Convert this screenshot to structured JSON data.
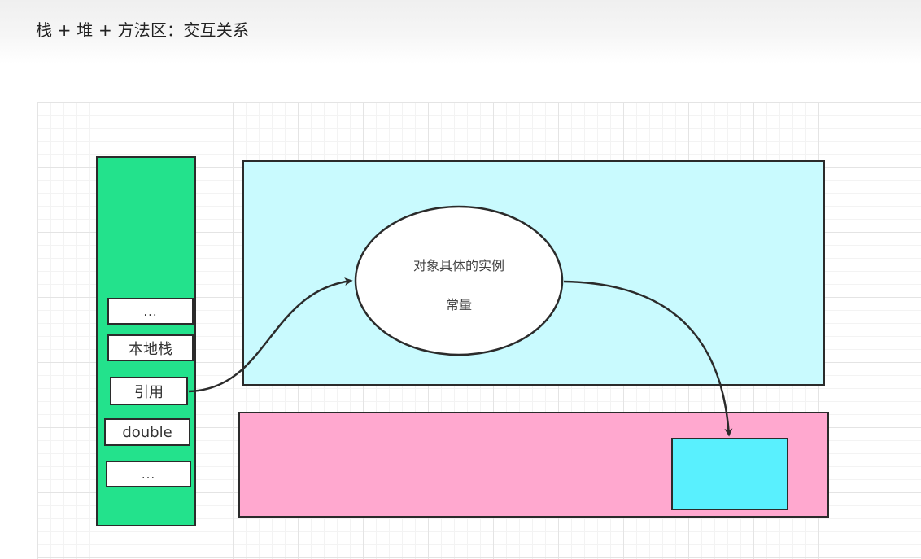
{
  "heading": "栈 +  堆 + 方法区：交互关系",
  "stack": {
    "slots": [
      "...",
      "本地栈",
      "引用",
      "double",
      "..."
    ]
  },
  "heap": {
    "object_lines": [
      "对象具体的实例",
      "常量"
    ]
  },
  "colors": {
    "stack": "#23e28c",
    "heap": "#c9fafe",
    "method_area": "#ffa8cf",
    "method_inner": "#59f0fe",
    "stroke": "#2b2b2b"
  }
}
